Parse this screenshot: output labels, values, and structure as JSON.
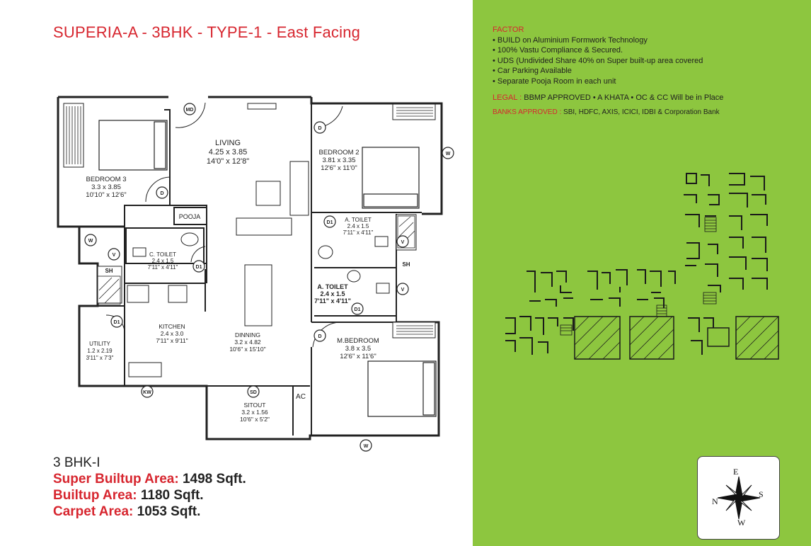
{
  "title": "SUPERIA-A - 3BHK - TYPE-1 - East Facing",
  "rooms": {
    "bedroom3": {
      "name": "BEDROOM 3",
      "metric": "3.3 x 3.85",
      "imperial": "10'10\" x 12'6\""
    },
    "living": {
      "name": "LIVING",
      "metric": "4.25 x 3.85",
      "imperial": "14'0\" x 12'8\""
    },
    "bedroom2": {
      "name": "BEDROOM 2",
      "metric": "3.81 x 3.35",
      "imperial": "12'6\" x 11'0\""
    },
    "pooja": {
      "name": "POOJA"
    },
    "c_toilet": {
      "name": "C. TOILET",
      "metric": "2.4 x 1.5",
      "imperial": "7'11\" x 4'11\""
    },
    "a_toilet1": {
      "name": "A. TOILET",
      "metric": "2.4 x 1.5",
      "imperial": "7'11\" x 4'11\""
    },
    "a_toilet2": {
      "name": "A. TOILET",
      "metric": "2.4 x 1.5",
      "imperial": "7'11\" x 4'11\""
    },
    "kitchen": {
      "name": "KITCHEN",
      "metric": "2.4 x 3.0",
      "imperial": "7'11\" x 9'11\""
    },
    "dinning": {
      "name": "DINNING",
      "metric": "3.2 x 4.82",
      "imperial": "10'6\" x 15'10\""
    },
    "utility": {
      "name": "UTILITY",
      "metric": "1.2 x 2.19",
      "imperial": "3'11\" x 7'3\""
    },
    "mbedroom": {
      "name": "M.BEDROOM",
      "metric": "3.8 x 3.5",
      "imperial": "12'6\" x 11'6\""
    },
    "sitout": {
      "name": "SITOUT",
      "metric": "3.2 x 1.56",
      "imperial": "10'6\" x 5'2\""
    }
  },
  "tags": {
    "md": "MD",
    "d": "D",
    "d1": "D1",
    "w": "W",
    "v": "V",
    "sh": "SH",
    "kw": "KW",
    "sd": "SD",
    "ac": "AC"
  },
  "areas": {
    "type": "3 BHK-I",
    "super_label": "Super Builtup Area:",
    "super_value": "1498 Sqft.",
    "builtup_label": "Builtup Area:",
    "builtup_value": "1180 Sqft.",
    "carpet_label": "Carpet Area:",
    "carpet_value": "1053 Sqft."
  },
  "factor": {
    "heading": "FACTOR",
    "items": [
      "• BUILD on Aluminium Formwork Technology",
      "• 100% Vastu Compliance & Secured.",
      "• UDS (Undivided Share 40% on Super built-up area covered",
      "• Car Parking Available",
      "• Separate Pooja Room in each unit"
    ]
  },
  "legal": {
    "label": "LEGAL :",
    "text": "BBMP APPROVED • A KHATA • OC & CC Will be in Place"
  },
  "banks": {
    "label": "BANKS APPROVED :",
    "text": "SBI, HDFC, AXIS, ICICI, IDBI & Corporation Bank"
  },
  "compass": {
    "e": "E",
    "w": "W",
    "n": "N",
    "s": "S"
  },
  "colors": {
    "accent": "#d7262f",
    "panel": "#8dc63f",
    "ink": "#222222"
  }
}
